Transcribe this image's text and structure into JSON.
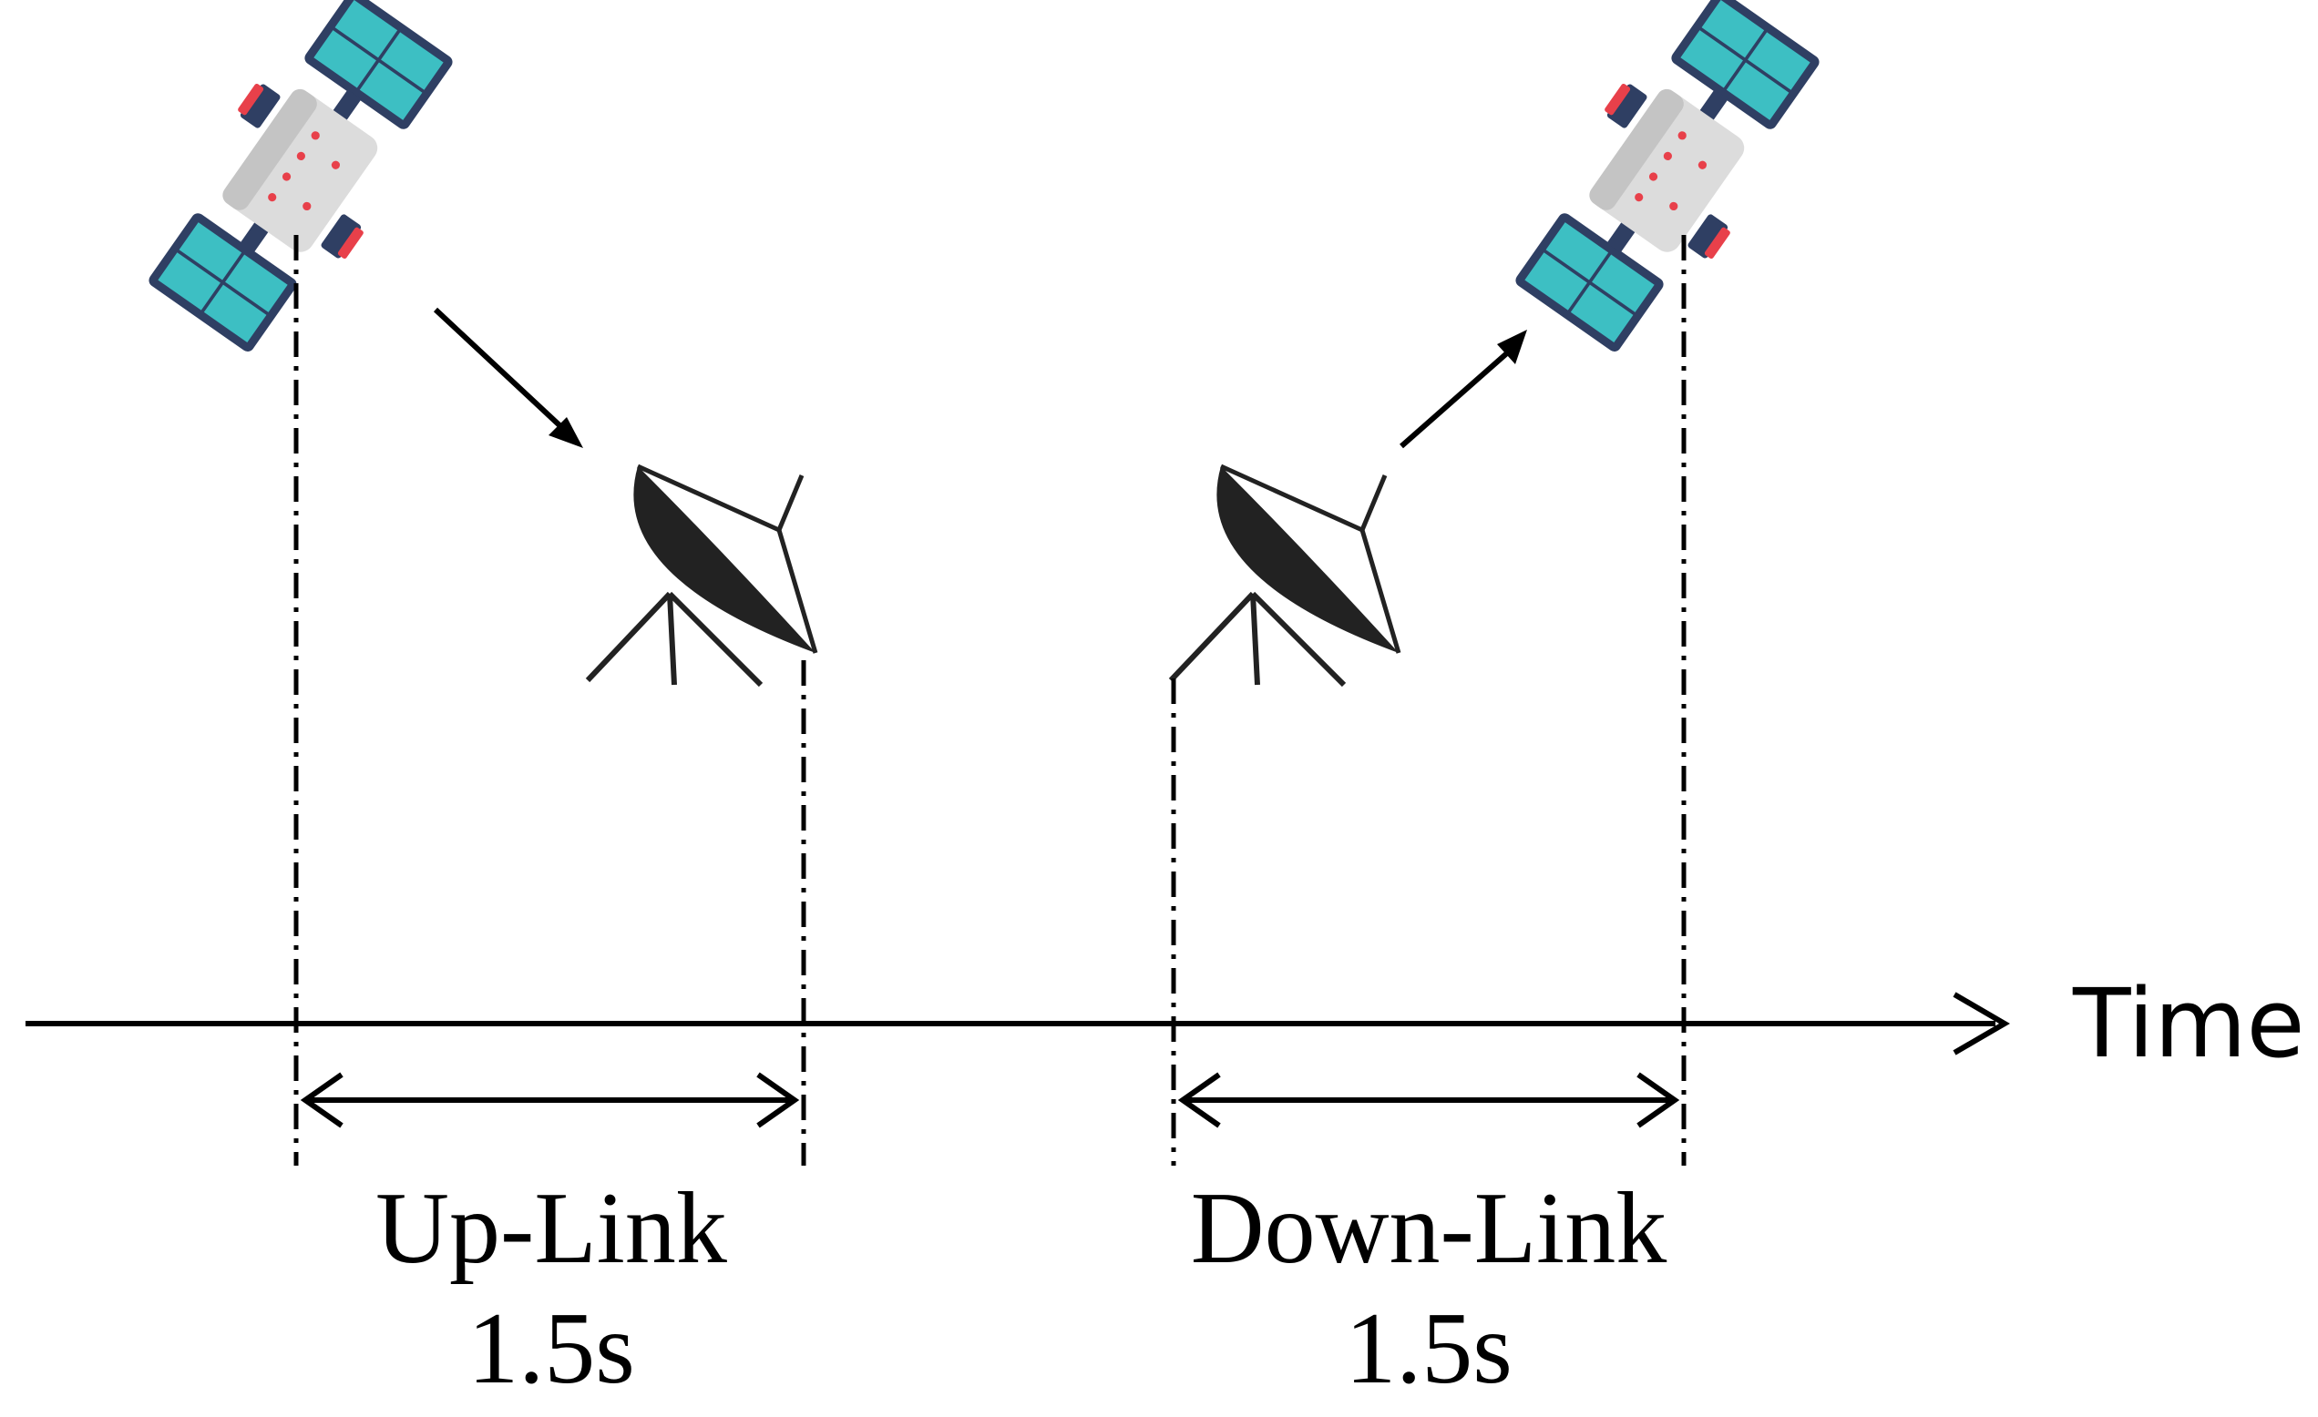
{
  "axis": {
    "label": "Time"
  },
  "intervals": [
    {
      "name": "Up-Link",
      "duration": "1.5s"
    },
    {
      "name": "Down-Link",
      "duration": "1.5s"
    }
  ],
  "icons": {
    "satellite_left": "satellite-icon",
    "dish_left": "satellite-dish-icon",
    "dish_right": "satellite-dish-icon",
    "satellite_right": "satellite-icon"
  },
  "colors": {
    "line": "#000000",
    "panel": "#3dbfc3",
    "panel_frame": "#2f3f63",
    "satellite_body": "#dcdcdc",
    "satellite_accent": "#e8404a",
    "dish": "#222222"
  }
}
